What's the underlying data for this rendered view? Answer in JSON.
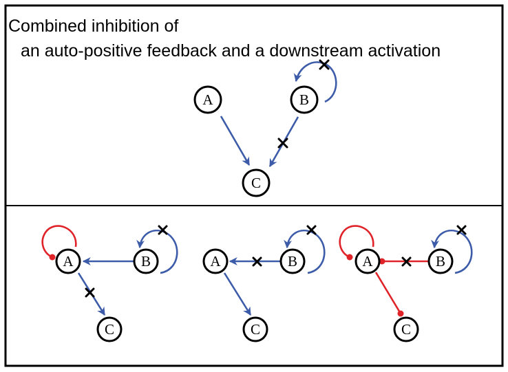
{
  "title": {
    "line1": "Combined inhibition of",
    "line2": "an auto-positive feedback and a downstream activation"
  },
  "nodes": {
    "A": "A",
    "B": "B",
    "C": "C"
  },
  "colors": {
    "activation": "#3c5ba8",
    "inhibition": "#e02328",
    "knockout_mark": "#000000",
    "frame": "#000000"
  },
  "panels": {
    "top": {
      "edges": [
        {
          "from": "A",
          "to": "C",
          "type": "activation",
          "blocked": false
        },
        {
          "from": "B",
          "to": "C",
          "type": "activation",
          "blocked": true
        },
        {
          "from": "B",
          "to": "B",
          "type": "self-activation",
          "blocked": true
        }
      ]
    },
    "bottom_left": {
      "edges": [
        {
          "from": "A",
          "to": "A",
          "type": "self-inhibition",
          "blocked": false
        },
        {
          "from": "B",
          "to": "A",
          "type": "activation",
          "blocked": false
        },
        {
          "from": "A",
          "to": "C",
          "type": "activation",
          "blocked": true
        },
        {
          "from": "B",
          "to": "B",
          "type": "self-activation",
          "blocked": true
        }
      ]
    },
    "bottom_middle": {
      "edges": [
        {
          "from": "B",
          "to": "A",
          "type": "activation",
          "blocked": true
        },
        {
          "from": "A",
          "to": "C",
          "type": "activation",
          "blocked": false
        },
        {
          "from": "B",
          "to": "B",
          "type": "self-activation",
          "blocked": true
        }
      ]
    },
    "bottom_right": {
      "edges": [
        {
          "from": "A",
          "to": "A",
          "type": "self-inhibition",
          "blocked": false
        },
        {
          "from": "B",
          "to": "A",
          "type": "inhibition",
          "blocked": true
        },
        {
          "from": "A",
          "to": "C",
          "type": "inhibition",
          "blocked": false
        },
        {
          "from": "B",
          "to": "B",
          "type": "self-activation",
          "blocked": true
        }
      ]
    }
  }
}
